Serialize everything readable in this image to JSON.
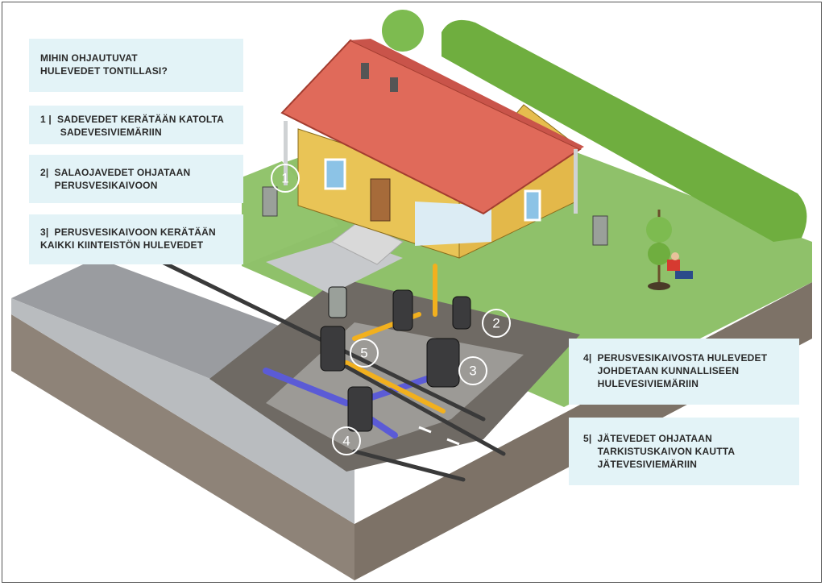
{
  "title_box": {
    "line1": "MIHIN OHJAUTUVAT",
    "line2": "HULEVEDET TONTILLASI?"
  },
  "items": [
    {
      "number": "1",
      "line1": "1 |  SADEVEDET KERÄTÄÄN KATOLTA",
      "line2": "       SADEVESIVIEMÄRIIN"
    },
    {
      "number": "2",
      "line1": "2|  SALAOJAVEDET OHJATAAN",
      "line2": "     PERUSVESIKAIVOON"
    },
    {
      "number": "3",
      "line1": "3|  PERUSVESIKAIVOON KERÄTÄÄN",
      "line2": "KAIKKI KIINTEISTÖN HULEVEDET"
    },
    {
      "number": "4",
      "line1": "4|  PERUSVESIKAIVOSTA HULEVEDET",
      "line2": "     JOHDETAAN KUNNALLISEEN",
      "line3": "     HULEVESIVIEMÄRIIN"
    },
    {
      "number": "5",
      "line1": "5|  JÄTEVEDET OHJATAAN",
      "line2": "     TARKISTUSKAIVON KAUTTA",
      "line3": "     JÄTEVESIVIEMÄRIIN"
    }
  ],
  "markers": [
    "1",
    "2",
    "3",
    "4",
    "5"
  ],
  "colors": {
    "label_bg": "#e3f3f7",
    "grass": "#8fc16a",
    "hedge": "#6fae3f",
    "roof": "#e06a5a",
    "wall": "#e9c456",
    "asphalt": "#9a9ca0",
    "soil": "#8a7f72",
    "stormwater_pipe": "#5b5bd6",
    "wastewater_pipe": "#f2b01e"
  }
}
